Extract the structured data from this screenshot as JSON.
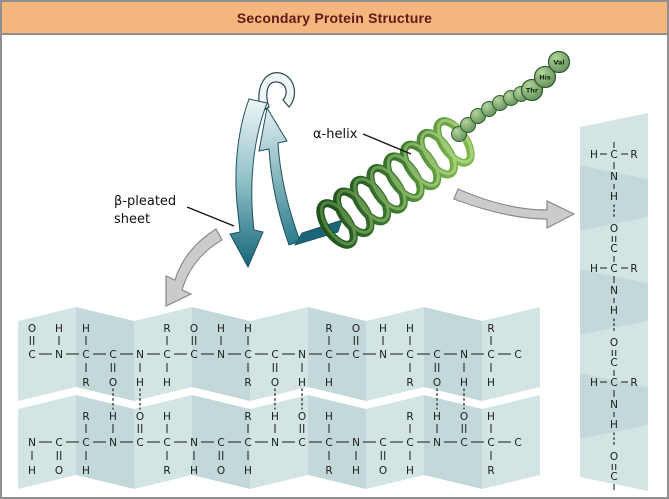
{
  "title": "Secondary Protein Structure",
  "labels": {
    "alpha_helix": "α-helix",
    "beta_line1": "β-pleated",
    "beta_line2": "sheet"
  },
  "beads": [
    "Val",
    "His",
    "Thr"
  ],
  "colors": {
    "title_bg": "#f5b57c",
    "title_text": "#5f1a1a",
    "frame_border": "#8f8f8f",
    "band": "#d3e4e4",
    "band_alt": "#c3d9d9",
    "sheet_light": "#edf5f6",
    "sheet_dark": "#17697d",
    "helix_dark": "#23521f",
    "helix_mid": "#3e7c33",
    "helix_light": "#7fb84a",
    "bead_light": "#b2d49a",
    "bead_dark": "#4e7f4a",
    "arrow_gray": "#cbcbcb"
  },
  "sheet_diagram": {
    "strand_top": [
      {
        "a": "C",
        "u": "O",
        "ub": "d"
      },
      {
        "a": "N",
        "u": "H",
        "ub": "s"
      },
      {
        "a": "C",
        "u": "H",
        "ub": "s",
        "d": "R",
        "db": "s"
      },
      {
        "a": "C",
        "d": "O",
        "db": "d"
      },
      {
        "a": "N",
        "d": "H",
        "db": "s"
      },
      {
        "a": "C",
        "u": "R",
        "ub": "s",
        "d": "H",
        "db": "s"
      },
      {
        "a": "C",
        "u": "O",
        "ub": "d"
      },
      {
        "a": "N",
        "u": "H",
        "ub": "s"
      },
      {
        "a": "C",
        "u": "H",
        "ub": "s",
        "d": "R",
        "db": "s"
      },
      {
        "a": "C",
        "d": "O",
        "db": "d"
      },
      {
        "a": "N",
        "d": "H",
        "db": "s"
      },
      {
        "a": "C",
        "u": "R",
        "ub": "s",
        "d": "H",
        "db": "s"
      },
      {
        "a": "C",
        "u": "O",
        "ub": "d"
      },
      {
        "a": "N",
        "u": "H",
        "ub": "s"
      },
      {
        "a": "C",
        "u": "H",
        "ub": "s",
        "d": "R",
        "db": "s"
      },
      {
        "a": "C",
        "d": "O",
        "db": "d"
      },
      {
        "a": "N",
        "d": "H",
        "db": "s"
      },
      {
        "a": "C",
        "u": "R",
        "ub": "s",
        "d": "H",
        "db": "s"
      },
      {
        "a": "C"
      }
    ],
    "strand_bottom": [
      {
        "a": "N",
        "d": "H",
        "db": "s"
      },
      {
        "a": "C",
        "d": "O",
        "db": "d"
      },
      {
        "a": "C",
        "u": "R",
        "ub": "s",
        "d": "H",
        "db": "s"
      },
      {
        "a": "N",
        "u": "H",
        "ub": "s"
      },
      {
        "a": "C",
        "u": "O",
        "ub": "d"
      },
      {
        "a": "C",
        "u": "H",
        "ub": "s",
        "d": "R",
        "db": "s"
      },
      {
        "a": "N",
        "d": "H",
        "db": "s"
      },
      {
        "a": "C",
        "d": "O",
        "db": "d"
      },
      {
        "a": "C",
        "u": "R",
        "ub": "s",
        "d": "H",
        "db": "s"
      },
      {
        "a": "N",
        "u": "H",
        "ub": "s"
      },
      {
        "a": "C",
        "u": "O",
        "ub": "d"
      },
      {
        "a": "C",
        "u": "H",
        "ub": "s",
        "d": "R",
        "db": "s"
      },
      {
        "a": "N",
        "d": "H",
        "db": "s"
      },
      {
        "a": "C",
        "d": "O",
        "db": "d"
      },
      {
        "a": "C",
        "u": "R",
        "ub": "s",
        "d": "H",
        "db": "s"
      },
      {
        "a": "N",
        "u": "H",
        "ub": "s"
      },
      {
        "a": "C",
        "u": "O",
        "ub": "d"
      },
      {
        "a": "C",
        "u": "H",
        "ub": "s",
        "d": "R",
        "db": "s"
      },
      {
        "a": "C"
      }
    ],
    "hbond_columns": [
      3,
      4,
      9,
      10,
      15,
      16
    ]
  },
  "helix_diagram": {
    "units": [
      {
        "ca": [
          "H",
          "C",
          "R"
        ],
        "n": "N",
        "h": "H",
        "o": "O",
        "c": "C"
      },
      {
        "ca": [
          "H",
          "C",
          "R"
        ],
        "n": "N",
        "h": "H",
        "o": "O",
        "c": "C"
      },
      {
        "ca": [
          "H",
          "C",
          "R"
        ],
        "n": "N",
        "h": "H",
        "o": "O",
        "c": "C"
      }
    ]
  }
}
